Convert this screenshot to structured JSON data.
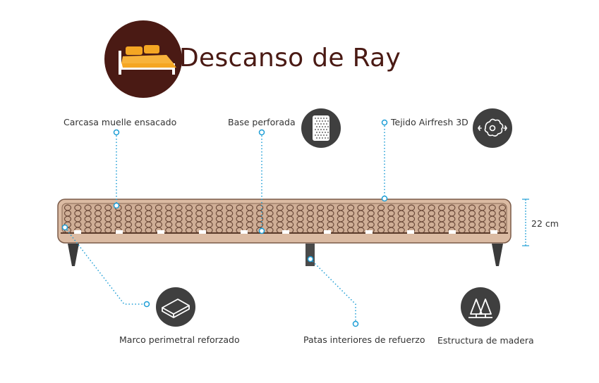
{
  "brand": {
    "name": "Descanso de Ray"
  },
  "features": {
    "pocket_spring_casing": "Carcasa muelle ensacado",
    "perforated_base": "Base perforada",
    "airfresh_fabric": "Tejido Airfresh 3D",
    "reinforced_frame": "Marco perimetral reforzado",
    "inner_legs": "Patas interiores de refuerzo",
    "wood_structure": "Estructura de madera"
  },
  "dimensions": {
    "height": "22 cm"
  },
  "colors": {
    "icon_dark": "#3f3f3f",
    "brand_maroon": "#4a1a14",
    "brand_orange": "#f5a623",
    "accent_dot": "#1e9ed6",
    "base_fill": "#d9b8a0",
    "spring_line": "#6b4a3a",
    "leg": "#3a3a3a"
  },
  "icons": [
    "bed-logo-icon",
    "perforated-base-icon",
    "airfresh-fabric-icon",
    "frame-board-icon",
    "trees-icon"
  ]
}
